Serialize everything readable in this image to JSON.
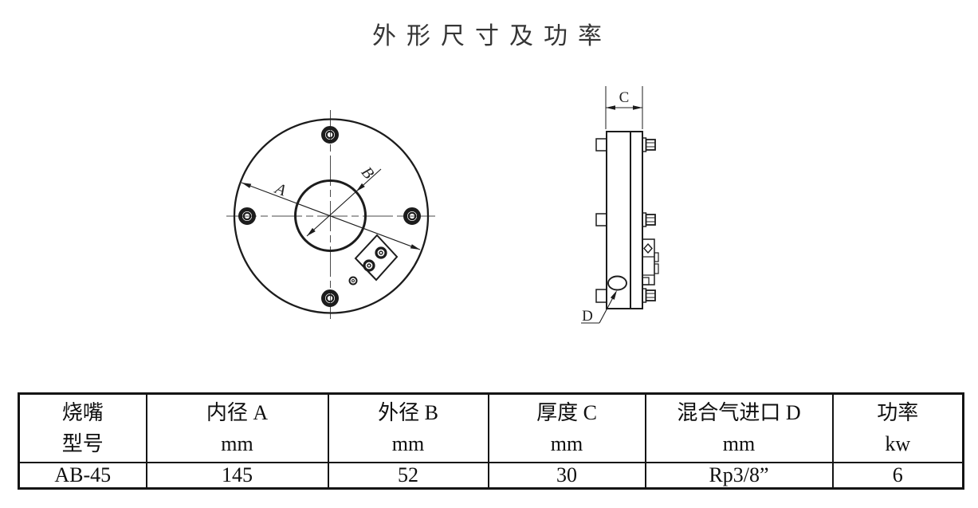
{
  "title": "外形尺寸及功率",
  "drawing": {
    "front_view": {
      "dim_a": "A",
      "dim_b": "B"
    },
    "side_view": {
      "dim_c": "C",
      "dim_d": "D"
    }
  },
  "table": {
    "columns": [
      {
        "line1": "烧嘴",
        "line2": "型号"
      },
      {
        "line1": "内径 A",
        "line2": "mm"
      },
      {
        "line1": "外径 B",
        "line2": "mm"
      },
      {
        "line1": "厚度 C",
        "line2": "mm"
      },
      {
        "line1": "混合气进口 D",
        "line2": "mm"
      },
      {
        "line1": "功率",
        "line2": "kw"
      }
    ],
    "rows": [
      {
        "model": "AB-45",
        "inner_diameter_a": "145",
        "outer_diameter_b": "52",
        "thickness_c": "30",
        "gas_inlet_d": "Rp3/8”",
        "power_kw": "6"
      }
    ]
  },
  "colors": {
    "line": "#1c1c1c"
  }
}
